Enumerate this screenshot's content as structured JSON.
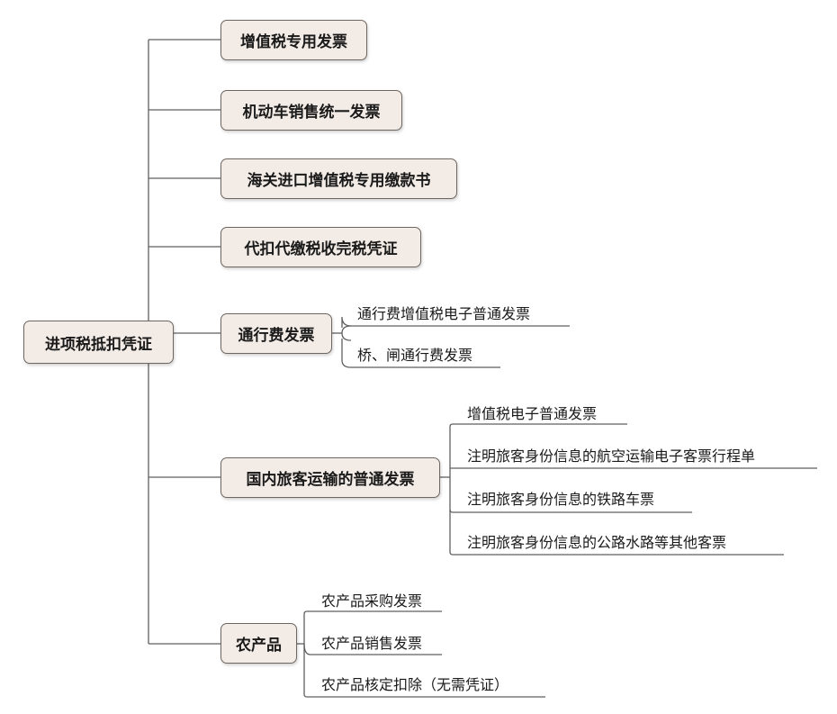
{
  "root": {
    "label": "进项税抵扣凭证"
  },
  "nodes": [
    {
      "label": "增值税专用发票",
      "children": []
    },
    {
      "label": "机动车销售统一发票",
      "children": []
    },
    {
      "label": "海关进口增值税专用缴款书",
      "children": []
    },
    {
      "label": "代扣代缴税收完税凭证",
      "children": []
    },
    {
      "label": "通行费发票",
      "children": [
        "通行费增值税电子普通发票",
        "桥、闸通行费发票"
      ]
    },
    {
      "label": "国内旅客运输的普通发票",
      "children": [
        "增值税电子普通发票",
        "注明旅客身份信息的航空运输电子客票行程单",
        "注明旅客身份信息的铁路车票",
        "注明旅客身份信息的公路水路等其他客票"
      ]
    },
    {
      "label": "农产品",
      "children": [
        "农产品采购发票",
        "农产品销售发票",
        "农产品核定扣除（无需凭证）"
      ]
    }
  ],
  "colors": {
    "line": "#5f5f5f",
    "node_fill": "#f3ece6",
    "node_border": "#6e6661"
  }
}
